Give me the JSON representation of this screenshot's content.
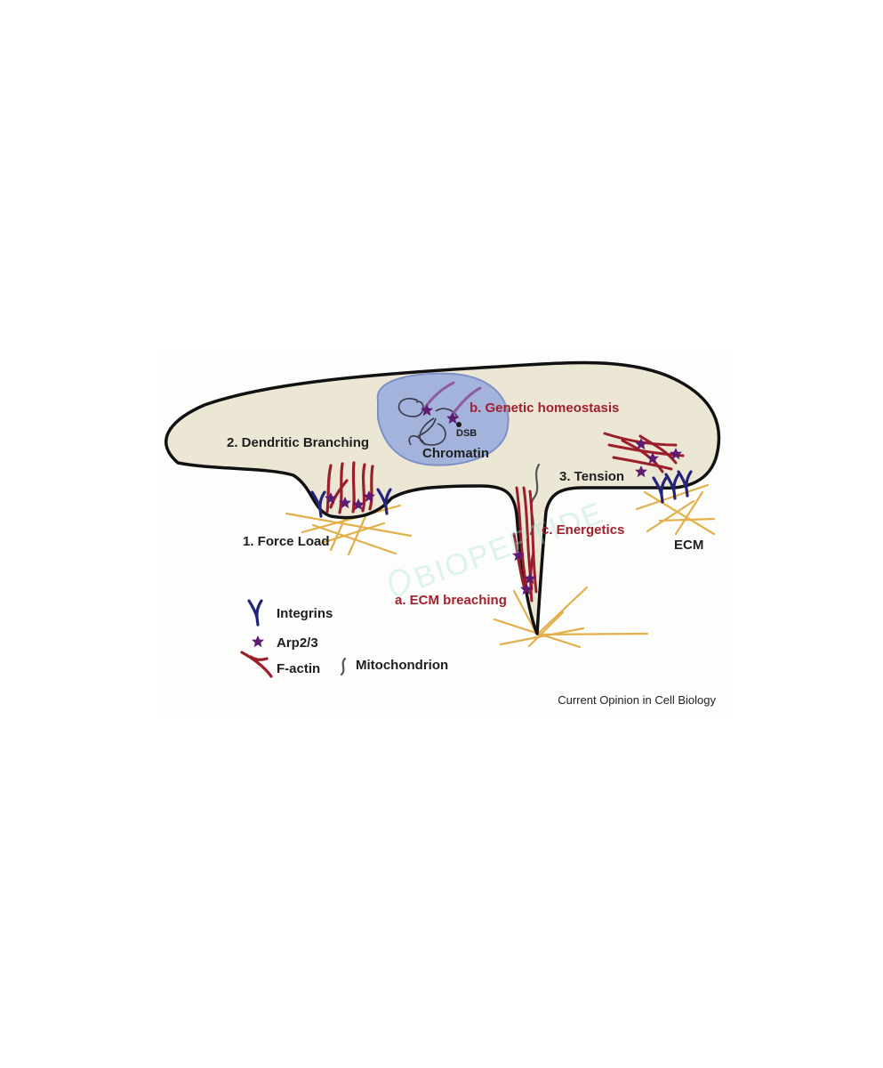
{
  "colors": {
    "cell_fill": "#ece6d4",
    "cell_outline": "#111111",
    "nucleus_fill": "#a3b3dc",
    "nucleus_stroke": "#7f90c6",
    "integrin": "#23237a",
    "arp23": "#5e1b72",
    "f_actin": "#9a1f2b",
    "ecm": "#e2b04a",
    "mitochondrion": "#555555",
    "label_dark": "#1f1f1f",
    "label_red": "#a3202d"
  },
  "labels": {
    "dendritic_branching": "2. Dendritic Branching",
    "genetic_homeostasis": "b. Genetic homeostasis",
    "dsb": "DSB",
    "chromatin": "Chromatin",
    "tension": "3. Tension",
    "energetics": "c. Energetics",
    "force_load": "1. Force Load",
    "ecm": "ECM",
    "ecm_breaching": "a. ECM breaching"
  },
  "legend": {
    "integrins": "Integrins",
    "arp23": "Arp2/3",
    "f_actin": "F-actin",
    "mitochondrion": "Mitochondrion"
  },
  "watermark": "BIOPEPTIDE",
  "credit": "Current Opinion in Cell Biology"
}
